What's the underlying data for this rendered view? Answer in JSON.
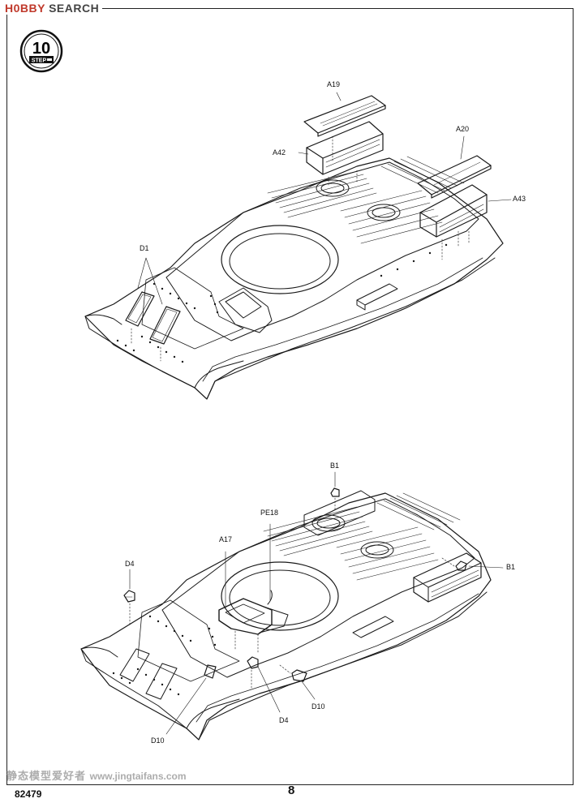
{
  "header": {
    "watermark_brand": "H0BBY",
    "watermark_search": "SEARCH"
  },
  "step": {
    "number": "10",
    "word": "STEP"
  },
  "diagram_top": {
    "labels": {
      "a19": "A19",
      "a20": "A20",
      "a42": "A42",
      "a43": "A43",
      "d1": "D1"
    }
  },
  "diagram_bottom": {
    "labels": {
      "b1_top": "B1",
      "b1_right": "B1",
      "pe18": "PE18",
      "a17": "A17",
      "d4_left": "D4",
      "d4_bottom": "D4",
      "d10_left": "D10",
      "d10_right": "D10"
    }
  },
  "footer": {
    "code": "82479",
    "page": "8",
    "watermark_cn": "静态模型爱好者",
    "watermark_url": "www.jingtaifans.com"
  }
}
